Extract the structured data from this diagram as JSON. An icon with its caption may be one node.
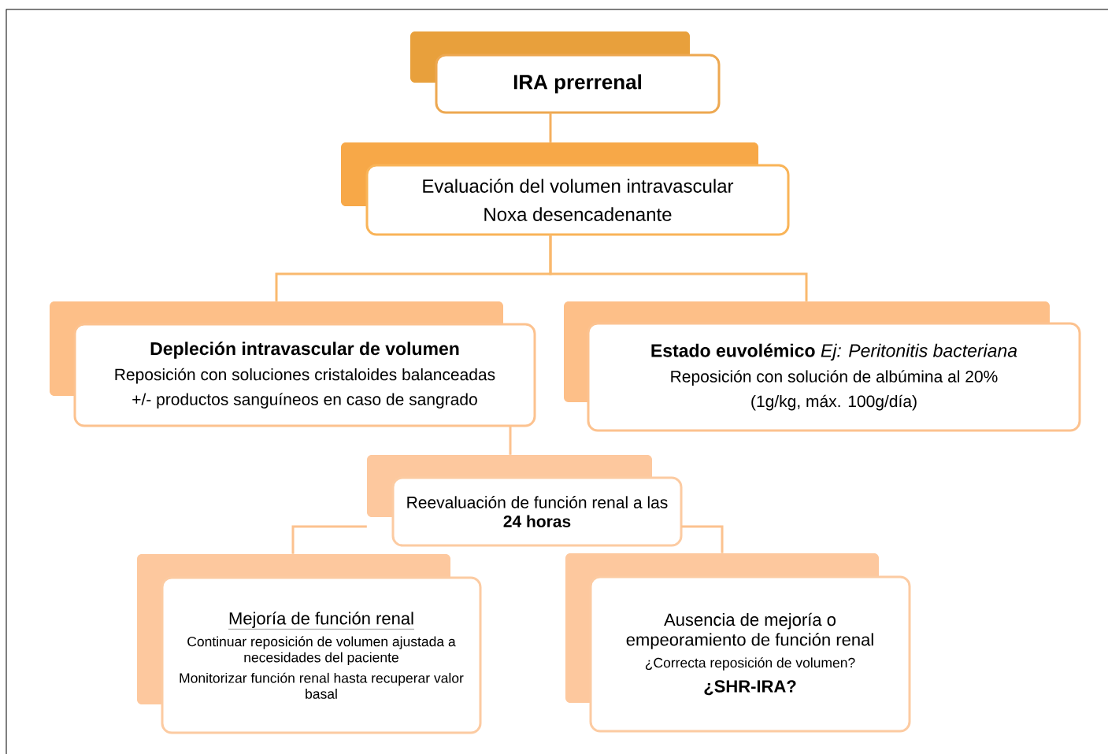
{
  "diagram": {
    "nodes": [
      {
        "text": [
          "IRA prerrenal"
        ]
      },
      {
        "text": [
          "Evaluación del volumen intravascular",
          "Noxa desencadenante"
        ]
      },
      {
        "text": [
          "Depleción intravascular de volumen",
          "Reposición con soluciones cristaloides balanceadas",
          "+/- productos sanguíneos en caso de sangrado"
        ]
      },
      {
        "text": [
          "**Estado euvolémico** *Ej: Peritonitis bacteriana*",
          "Reposición con solución de albúmina al 20%",
          "(1g/kg, máx. 100g/día)"
        ]
      },
      {
        "text": [
          "Reevaluación de función renal a las **24 horas**"
        ]
      },
      {
        "text": [
          "Mejoría de función renal",
          "Continuar reposición de volumen ajustada a necesidades del paciente",
          "Monitorizar función renal hasta recuperar valor basal"
        ]
      },
      {
        "text": [
          "Ausencia de mejoría o empeoramiento de función renal",
          "¿Correcta reposición de volumen?",
          "¿SHR-IRA?"
        ]
      }
    ],
    "edges": [
      {
        "from": 0,
        "to": 1,
        "arrow": "none"
      },
      {
        "from": 1,
        "to": 2,
        "arrow": "none"
      },
      {
        "from": 1,
        "to": 3,
        "arrow": "none"
      },
      {
        "from": 2,
        "to": 4,
        "arrow": "none"
      },
      {
        "from": 4,
        "to": 5,
        "arrow": "none"
      },
      {
        "from": 4,
        "to": 6,
        "arrow": "none"
      }
    ]
  }
}
